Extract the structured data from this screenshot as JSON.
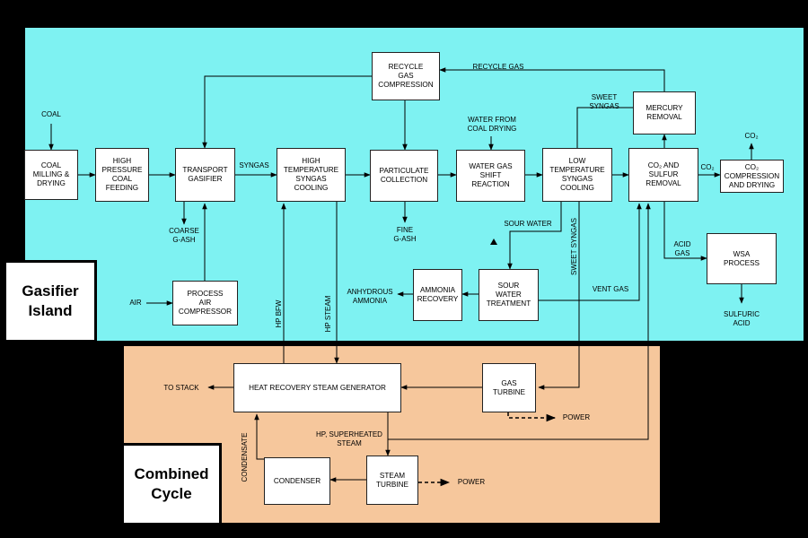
{
  "regions": {
    "gasifier": {
      "title": "Gasifier\nIsland",
      "color": "#7ef2f2"
    },
    "cycle": {
      "title": "Combined\nCycle",
      "color": "#f6c79c"
    }
  },
  "boxes": {
    "coal_milling": "COAL\nMILLING &\nDRYING",
    "hp_coal_feeding": "HIGH\nPRESSURE\nCOAL\nFEEDING",
    "transport_gasifier": "TRANSPORT\nGASIFIER",
    "ht_syngas_cooling": "HIGH\nTEMPERATURE\nSYNGAS\nCOOLING",
    "particulate_collection": "PARTICULATE\nCOLLECTION",
    "water_gas_shift": "WATER GAS\nSHIFT\nREACTION",
    "lt_syngas_cooling": "LOW\nTEMPERATURE\nSYNGAS\nCOOLING",
    "co2_sulfur_removal": "CO₂ AND\nSULFUR\nREMOVAL",
    "co2_compression": "CO₂\nCOMPRESSION\nAND DRYING",
    "recycle_gas_compression": "RECYCLE\nGAS\nCOMPRESSION",
    "mercury_removal": "MERCURY\nREMOVAL",
    "wsa_process": "WSA\nPROCESS",
    "sour_water_treatment": "SOUR\nWATER\nTREATMENT",
    "ammonia_recovery": "AMMONIA\nRECOVERY",
    "process_air_compressor": "PROCESS\nAIR\nCOMPRESSOR",
    "hrsg": "HEAT RECOVERY STEAM GENERATOR",
    "gas_turbine": "GAS\nTURBINE",
    "condenser": "CONDENSER",
    "steam_turbine": "STEAM\nTURBINE"
  },
  "labels": {
    "coal": "COAL",
    "syngas": "SYNGAS",
    "coarse_gash": "COARSE\nG-ASH",
    "fine_gash": "FINE\nG-ASH",
    "water_from_coal_drying": "WATER FROM\nCOAL DRYING",
    "recycle_gas": "RECYCLE GAS",
    "sweet_syngas_top": "SWEET\nSYNGAS",
    "co2_out_arrow": "CO₂",
    "co2_top": "CO₂",
    "sour_water": "SOUR  WATER",
    "sweet_syngas_vertical": "SWEET SYNGAS",
    "vent_gas": "VENT GAS",
    "acid_gas": "ACID\nGAS",
    "sulfuric_acid": "SULFURIC\nACID",
    "anhydrous_ammonia": "ANHYDROUS\nAMMONIA",
    "air": "AIR",
    "hp_bfw": "HP BFW",
    "hp_steam": "HP STEAM",
    "to_stack": "TO STACK",
    "power_gas": "POWER",
    "power_steam": "POWER",
    "hp_superheated_steam": "HP, SUPERHEATED\nSTEAM",
    "condensate": "CONDENSATE"
  }
}
